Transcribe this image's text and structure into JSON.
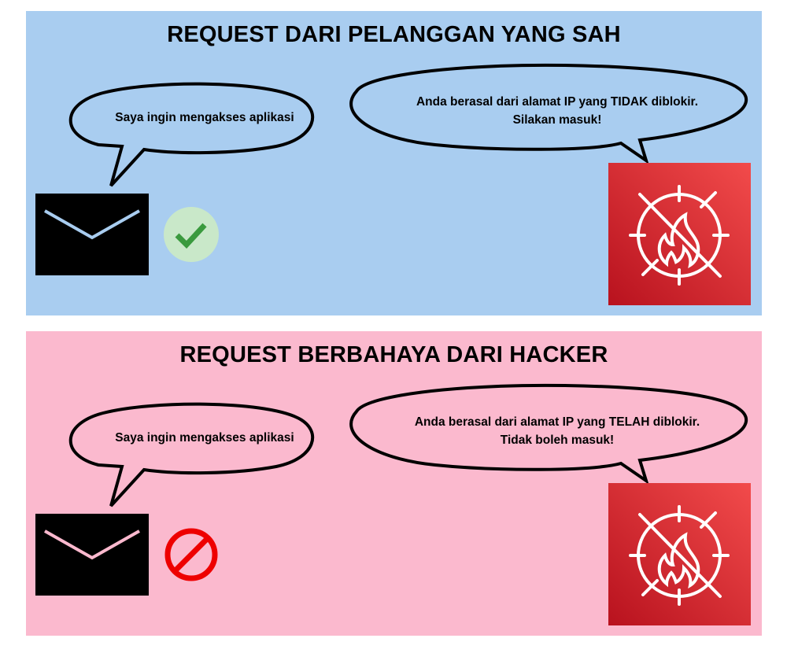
{
  "legit": {
    "title": "REQUEST DARI PELANGGAN YANG SAH",
    "client_message": "Saya ingin mengakses aplikasi",
    "firewall_message_line1": "Anda berasal dari alamat IP yang TIDAK diblokir.",
    "firewall_message_line2": "Silakan masuk!",
    "status_icon": "check-icon",
    "background": "#a9cdf0",
    "envelope_accent": "#a9cdf0"
  },
  "malicious": {
    "title": "REQUEST BERBAHAYA DARI HACKER",
    "client_message": "Saya ingin mengakses aplikasi",
    "firewall_message_line1": "Anda berasal dari alamat IP yang TELAH diblokir.",
    "firewall_message_line2": "Tidak boleh masuk!",
    "status_icon": "prohibited-icon",
    "background": "#fbb9ce",
    "envelope_accent": "#fbb9ce"
  },
  "colors": {
    "waf_gradient_light": "#f24b4b",
    "waf_gradient_dark": "#b8121e",
    "check_circle": "#c9e8c9",
    "check_mark": "#3a9a3e",
    "prohibited": "#ee0000"
  }
}
